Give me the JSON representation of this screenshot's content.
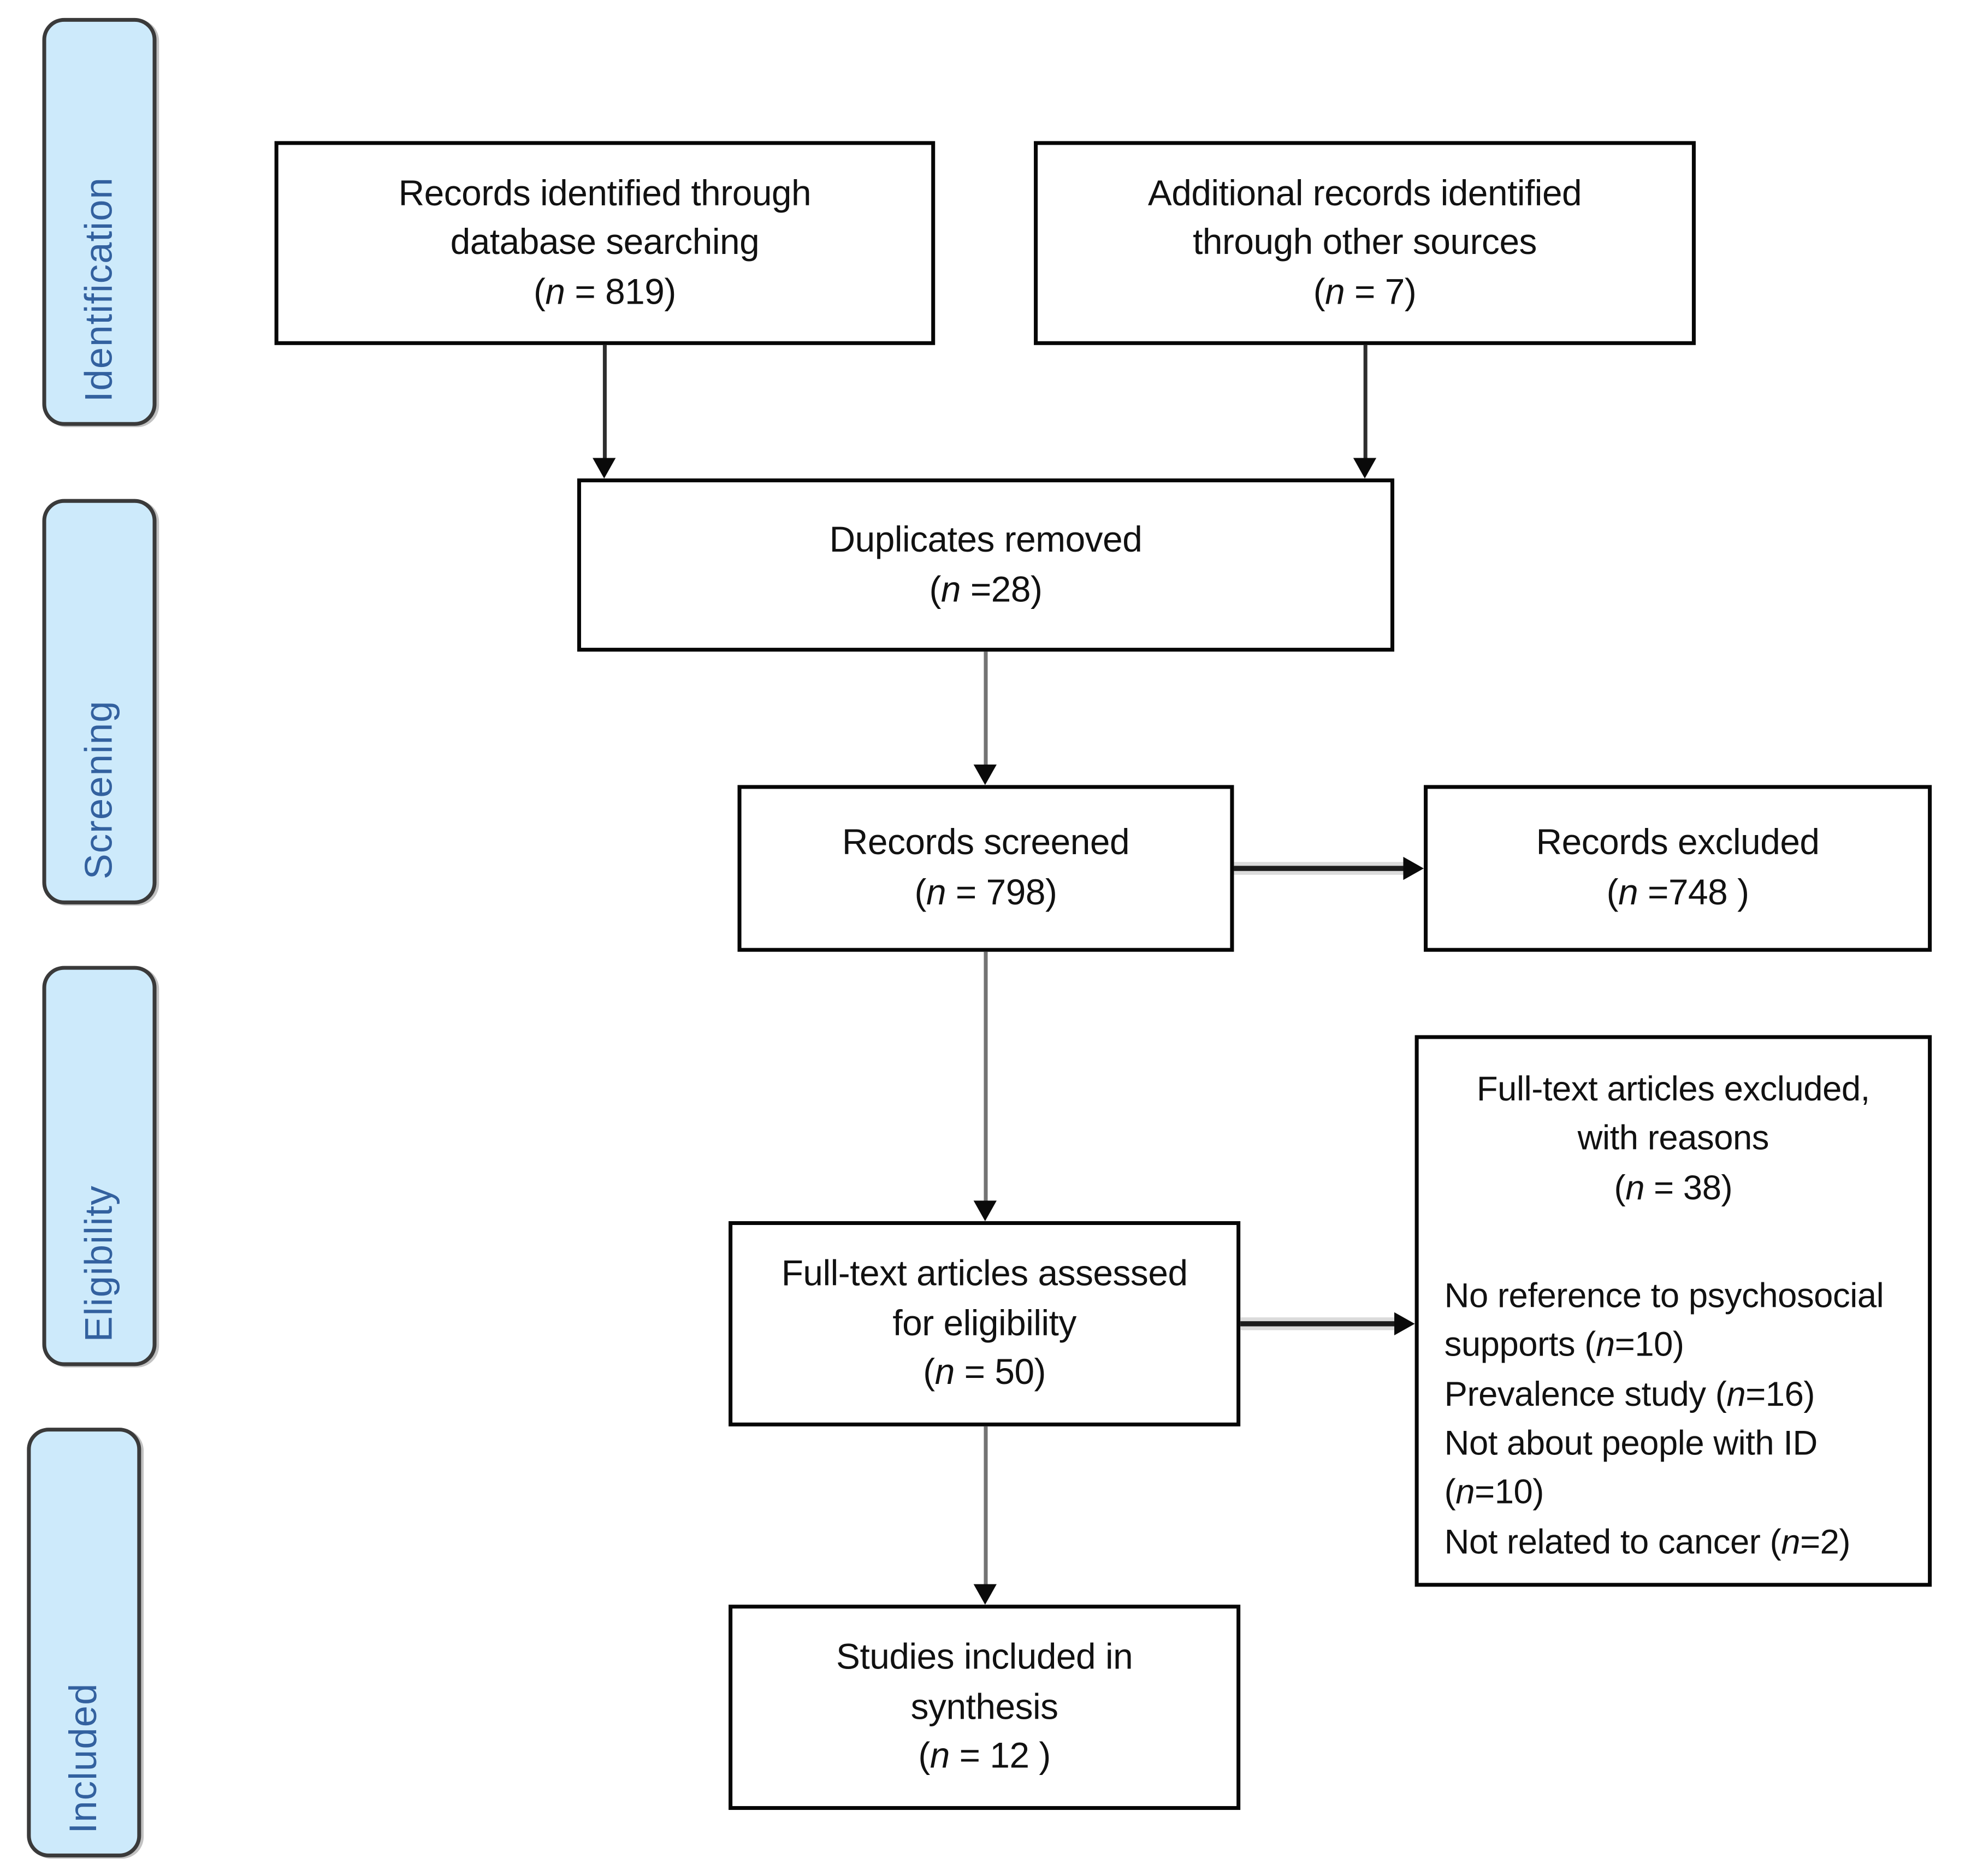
{
  "colors": {
    "stage_fill": "#cdeafb",
    "stage_text": "#33619f",
    "box_border": "#060606",
    "box_fill": "#ffffff",
    "arrow_line": "#737373",
    "arrow_head": "#0a0a0a"
  },
  "sidebar": {
    "stages": [
      {
        "label": "Identification"
      },
      {
        "label": "Screening"
      },
      {
        "label": "Eligibility"
      },
      {
        "label": "Included"
      }
    ]
  },
  "boxes": {
    "identified": {
      "lines": [
        "Records identified through",
        "database searching"
      ],
      "count": "(n = 819)"
    },
    "additional": {
      "lines": [
        "Additional records identified",
        "through other sources"
      ],
      "count": "(n = 7)"
    },
    "duplicates": {
      "lines": [
        "Duplicates removed"
      ],
      "count": "(n =28)"
    },
    "screened": {
      "lines": [
        "Records screened"
      ],
      "count": "(n = 798)"
    },
    "records_excluded": {
      "lines": [
        "Records excluded"
      ],
      "count": "(n =748 )"
    },
    "fulltext_assessed": {
      "lines": [
        "Full-text articles assessed",
        "for eligibility"
      ],
      "count": "(n = 50)"
    },
    "fulltext_excluded": {
      "lines": [
        "Full-text articles excluded,",
        "with reasons"
      ],
      "count": "(n = 38)",
      "reasons": [
        "No reference to psychosocial supports (n=10)",
        "Prevalence study (n=16)",
        "Not about people with ID (n=10)",
        "Not related to cancer (n=2)"
      ]
    },
    "included_studies": {
      "lines": [
        "Studies included in",
        "synthesis"
      ],
      "count": "(n = 12 )"
    }
  }
}
